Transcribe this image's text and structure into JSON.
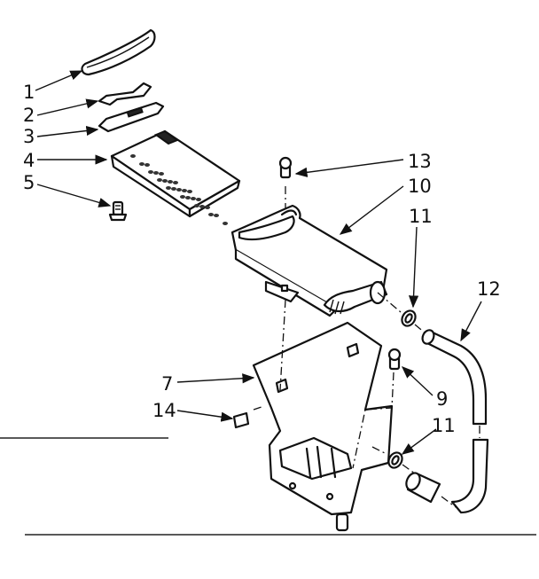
{
  "diagram": {
    "callouts": [
      {
        "id": "c1",
        "text": "1"
      },
      {
        "id": "c2",
        "text": "2"
      },
      {
        "id": "c3",
        "text": "3"
      },
      {
        "id": "c4",
        "text": "4"
      },
      {
        "id": "c5",
        "text": "5"
      },
      {
        "id": "c13",
        "text": "13"
      },
      {
        "id": "c10",
        "text": "10"
      },
      {
        "id": "c11a",
        "text": "11"
      },
      {
        "id": "c12",
        "text": "12"
      },
      {
        "id": "c7",
        "text": "7"
      },
      {
        "id": "c14",
        "text": "14"
      },
      {
        "id": "c9",
        "text": "9"
      },
      {
        "id": "c11b",
        "text": "11"
      }
    ]
  }
}
